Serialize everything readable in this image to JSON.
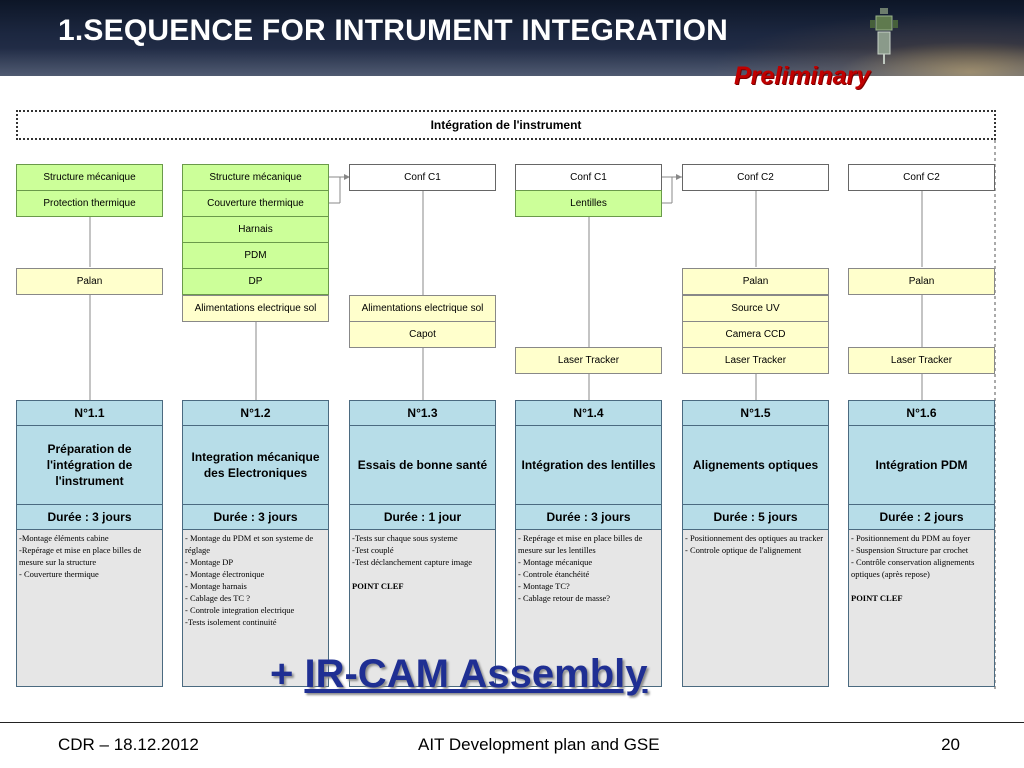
{
  "slide": {
    "title": "1.SEQUENCE FOR INTRUMENT INTEGRATION",
    "badge": "Preliminary",
    "badge_color": "#c00000"
  },
  "diagram": {
    "title": "Intégration de l'instrument",
    "columns": [
      {
        "inputs": {
          "row1": "Structure mécanique",
          "row2": "Protection thermique",
          "palan": "Palan"
        },
        "step": {
          "number": "N°1.1",
          "name": "Préparation de l'intégration de l'instrument",
          "duration": "Durée : 3 jours",
          "notes": [
            "-Montage éléments cabine",
            "-Repérage et mise en place billes de mesure sur la structure",
            "- Couverture thermique"
          ]
        }
      },
      {
        "inputs": {
          "row1": "Structure mécanique",
          "row2": "Couverture thermique",
          "row3": "Harnais",
          "row4": "PDM",
          "row5": "DP",
          "row6": "Alimentations electrique sol"
        },
        "step": {
          "number": "N°1.2",
          "name": "Integration mécanique des Electroniques",
          "duration": "Durée : 3 jours",
          "notes": [
            "- Montage du PDM et son systeme de réglage",
            "- Montage DP",
            "- Montage électronique",
            "- Montage harnais",
            "- Cablage des TC ?",
            "- Controle  integration electrique",
            "-Tests isolement continuité"
          ]
        }
      },
      {
        "inputs": {
          "row1": "Conf C1",
          "row6": "Alimentations electrique sol",
          "row7": "Capot"
        },
        "step": {
          "number": "N°1.3",
          "name": "Essais de bonne santé",
          "duration": "Durée : 1 jour",
          "notes": [
            "-Tests sur chaque sous systeme",
            "-Test couplé",
            "-Test déclanchement capture image"
          ],
          "key": "POINT CLEF"
        }
      },
      {
        "inputs": {
          "row1": "Conf C1",
          "row2": "Lentilles",
          "row8": "Laser Tracker"
        },
        "step": {
          "number": "N°1.4",
          "name": "Intégration des lentilles",
          "duration": "Durée : 3 jours",
          "notes": [
            "- Repérage et mise en place billes de mesure sur les lentilles",
            "- Montage mécanique",
            "- Controle étanchéité",
            "- Montage TC?",
            "- Cablage retour de masse?"
          ]
        }
      },
      {
        "inputs": {
          "row1": "Conf C2",
          "row5": "Palan",
          "row6": "Source UV",
          "row7": "Camera CCD",
          "row8": "Laser Tracker"
        },
        "step": {
          "number": "N°1.5",
          "name": "Alignements optiques",
          "duration": "Durée : 5 jours",
          "notes": [
            "- Positionnement des optiques au tracker",
            "- Controle optique de l'alignement"
          ]
        }
      },
      {
        "inputs": {
          "row1": "Conf C2",
          "palan": "Palan",
          "row8": "Laser Tracker"
        },
        "step": {
          "number": "N°1.6",
          "name": "Intégration PDM",
          "duration": "Durée : 2 jours",
          "notes": [
            "- Positionnement du PDM au foyer",
            "- Suspension Structure par crochet",
            "- Contrôle conservation alignements optiques (après repose)"
          ],
          "key": "POINT CLEF"
        }
      }
    ]
  },
  "callout": {
    "prefix": "+ ",
    "text": "IR-CAM Assembly",
    "color": "#1f2f93"
  },
  "footer": {
    "left": "CDR – 18.12.2012",
    "center": "AIT Development plan and GSE",
    "page": "20"
  }
}
